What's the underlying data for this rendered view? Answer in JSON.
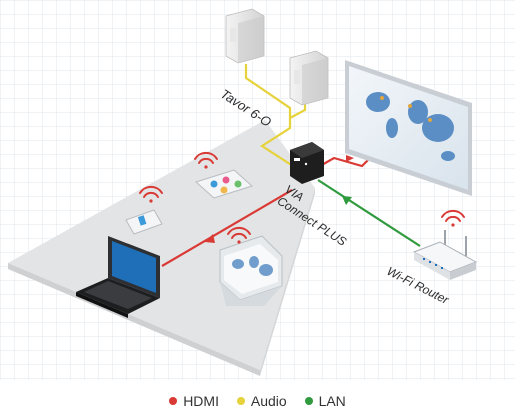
{
  "labels": {
    "tavor": "Tavor 6-O",
    "via_line1": "VIA",
    "via_line2": "Connect PLUS",
    "router": "Wi-Fi Router"
  },
  "legend": [
    {
      "label": "HDMI",
      "color": "#d93a35"
    },
    {
      "label": "Audio",
      "color": "#e6d23a"
    },
    {
      "label": "LAN",
      "color": "#2f9a3e"
    }
  ],
  "colors": {
    "hdmi": "#d93a35",
    "audio": "#e6d23a",
    "lan": "#2f9a3e",
    "wifi": "#d93a35",
    "floor": "#e2e3e4",
    "grid": "#dfe6ec",
    "map_land": "#5a8ec4",
    "device_dark": "#222222"
  }
}
